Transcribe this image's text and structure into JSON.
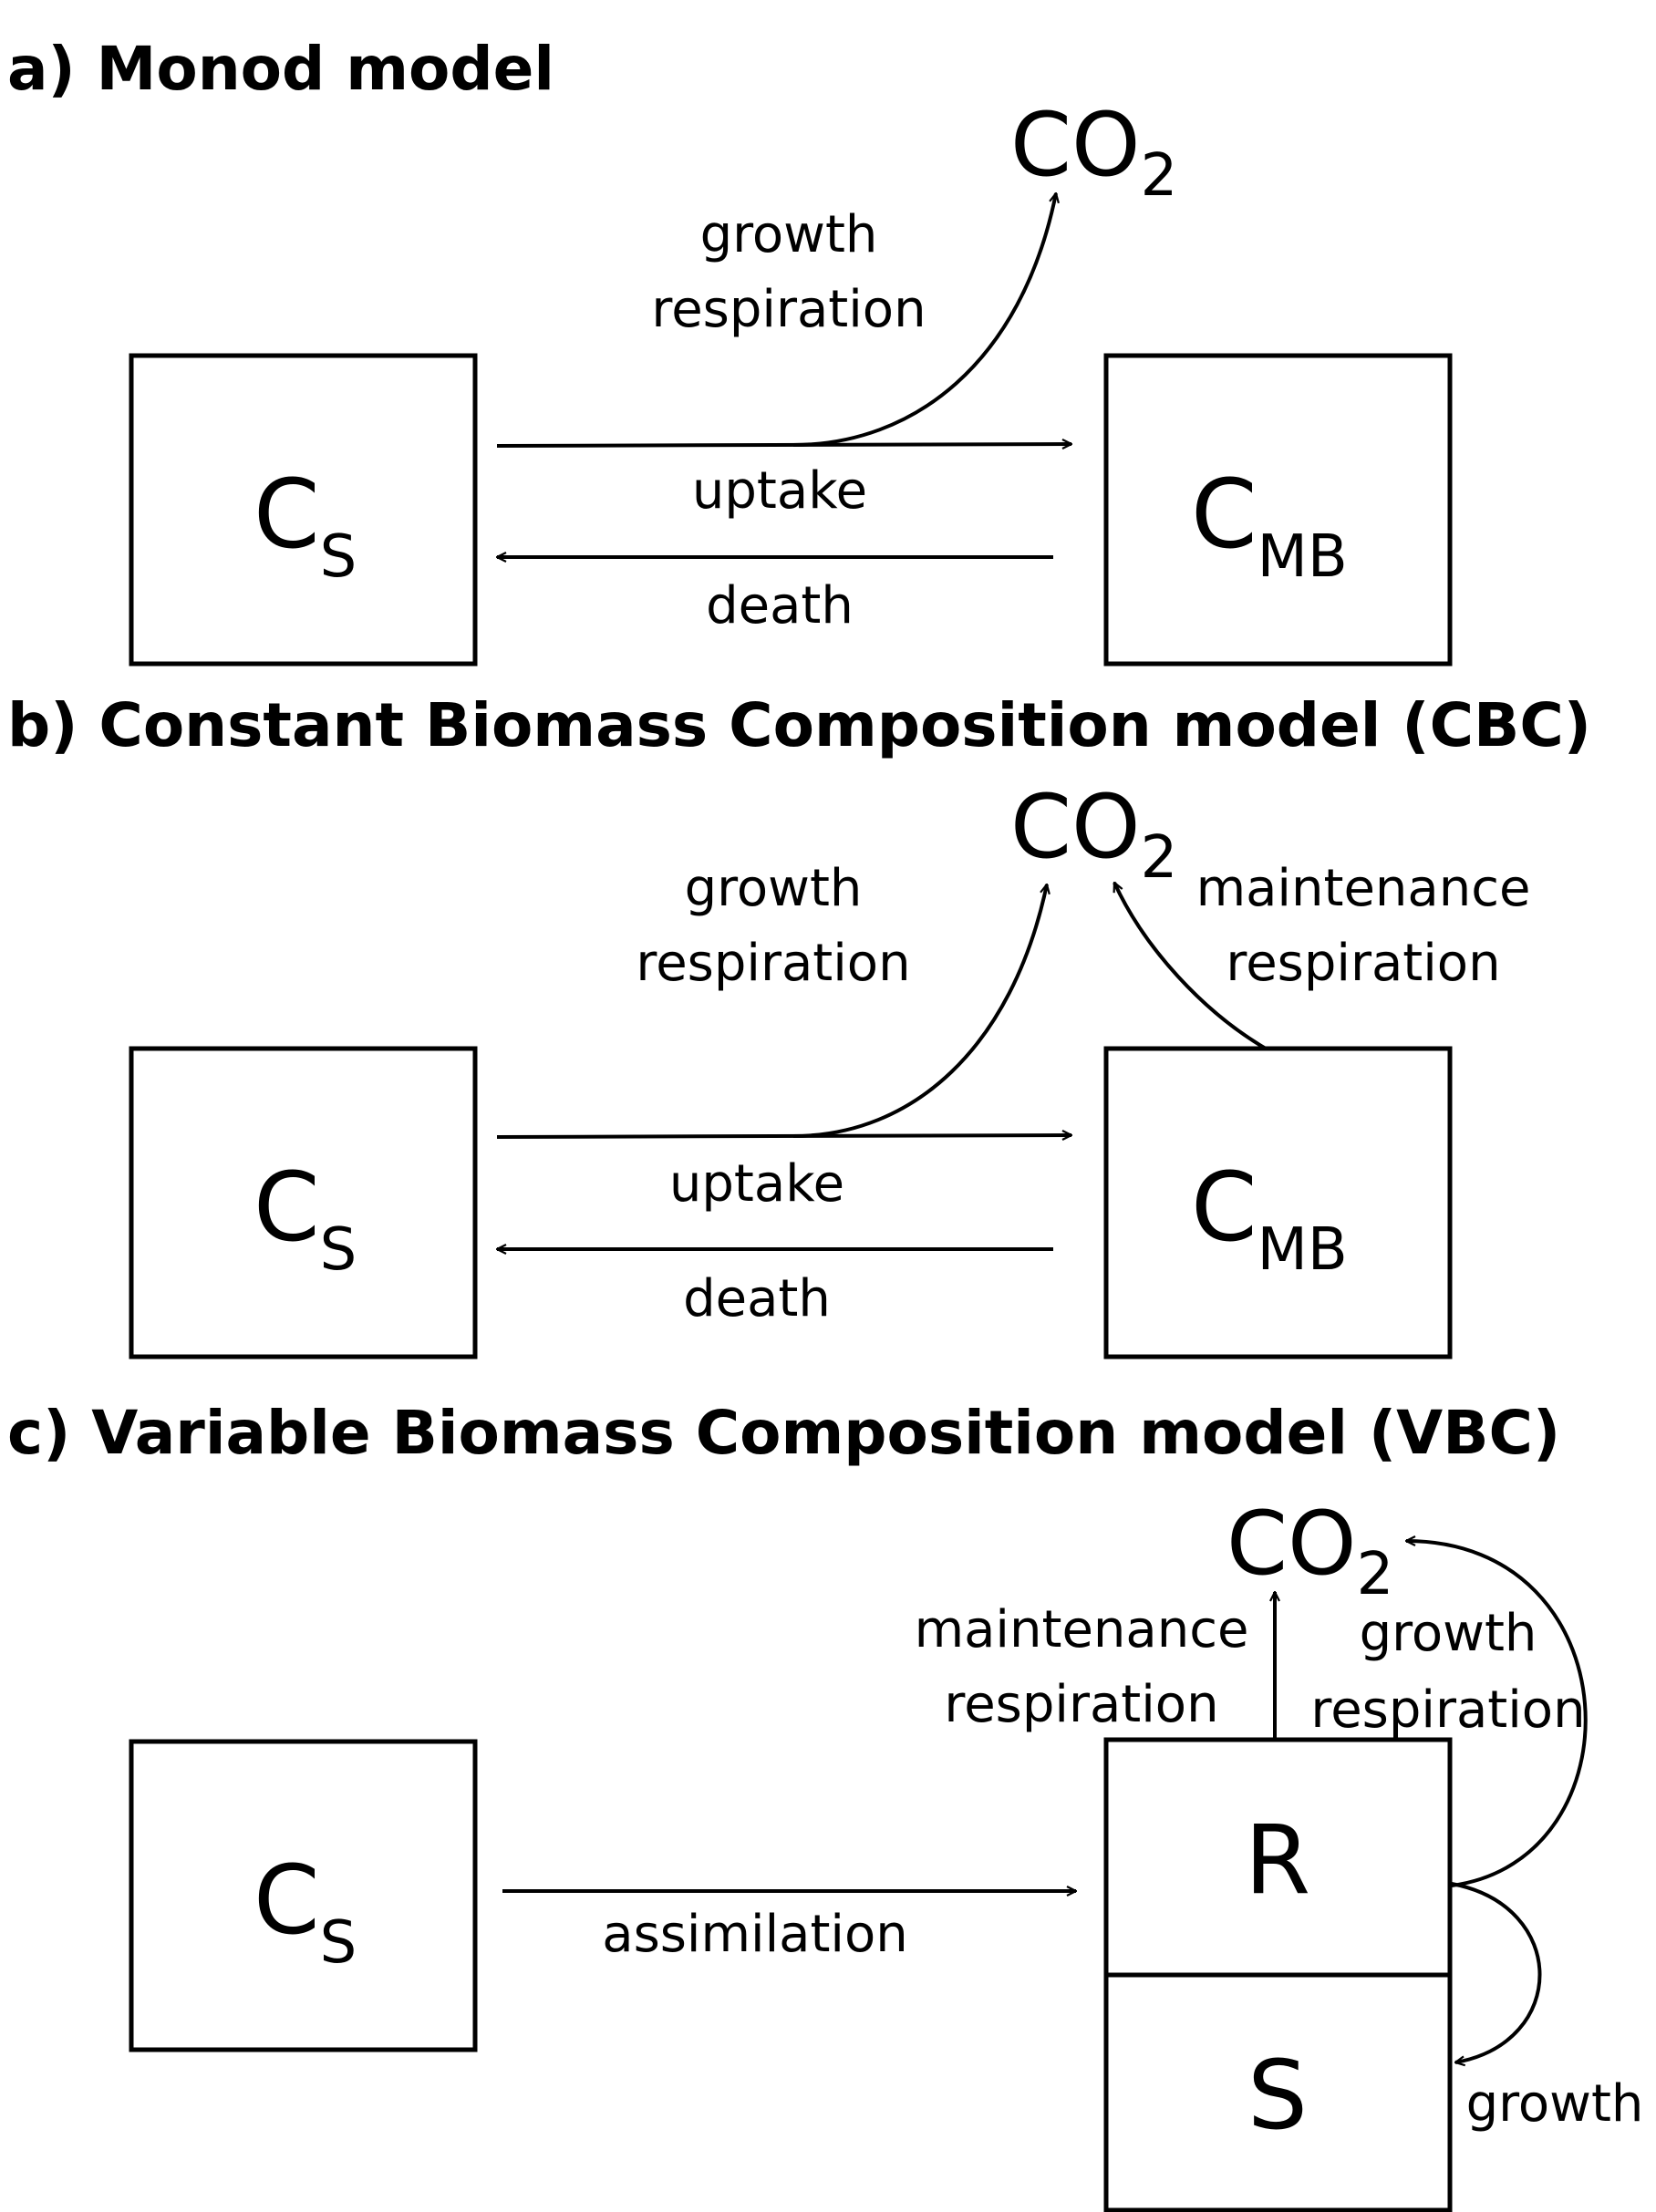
{
  "panel_a": {
    "title": "a) Monod model",
    "co2_main": "CO",
    "co2_sub": "2",
    "substrate_main": "C",
    "substrate_sub": "S",
    "biomass_main": "C",
    "biomass_sub": "MB",
    "growth_resp_line1": "growth",
    "growth_resp_line2": "respiration",
    "uptake": "uptake",
    "death": "death"
  },
  "panel_b": {
    "title": "b) Constant Biomass Composition model (CBC)",
    "co2_main": "CO",
    "co2_sub": "2",
    "substrate_main": "C",
    "substrate_sub": "S",
    "biomass_main": "C",
    "biomass_sub": "MB",
    "growth_resp_line1": "growth",
    "growth_resp_line2": "respiration",
    "maint_resp_line1": "maintenance",
    "maint_resp_line2": "respiration",
    "uptake": "uptake",
    "death": "death"
  },
  "panel_c": {
    "title": "c) Variable Biomass Composition model (VBC)",
    "co2_main": "CO",
    "co2_sub": "2",
    "substrate_main": "C",
    "substrate_sub": "S",
    "reserve": "R",
    "structure": "S",
    "maint_resp_line1": "maintenance",
    "maint_resp_line2": "respiration",
    "growth_resp_line1": "growth",
    "growth_resp_line2": "respiration",
    "assimilation": "assimilation",
    "growth": "growth"
  }
}
